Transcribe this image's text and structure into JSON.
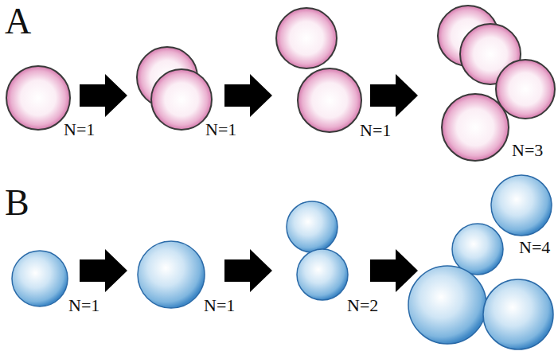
{
  "diagram": {
    "labels": [
      "A",
      "N=1",
      "N=1",
      "N=1",
      "N=3",
      "B",
      "N=1",
      "N=1",
      "N=2",
      "N=4"
    ]
  }
}
